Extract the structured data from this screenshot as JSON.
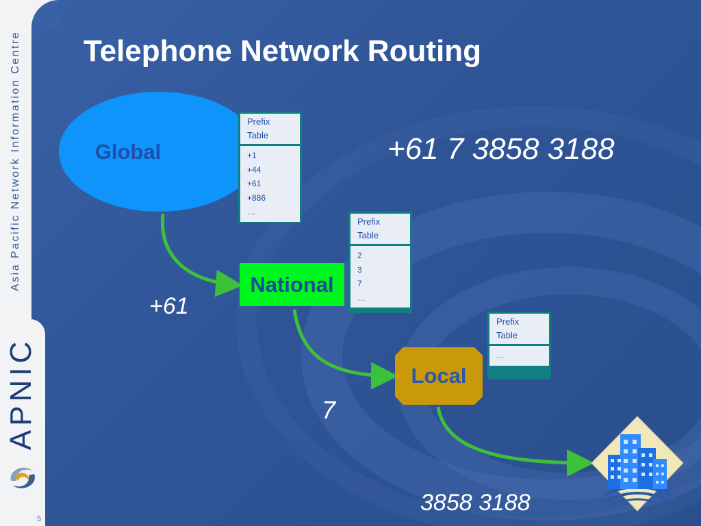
{
  "slide": {
    "title": "Telephone Network Routing",
    "page_number": "5"
  },
  "sidebar": {
    "organization": "Asia Pacific Network Information Centre",
    "brand": "APNIC",
    "logo_icon": "apnic-swirl-logo-icon"
  },
  "nodes": {
    "global": "Global",
    "national": "National",
    "local": "Local"
  },
  "prefix_tables": [
    {
      "header_line1": "Prefix",
      "header_line2": "Table",
      "entries": [
        "+1",
        "+44",
        "+61",
        "+886",
        "…"
      ]
    },
    {
      "header_line1": "Prefix",
      "header_line2": "Table",
      "entries": [
        "2",
        "3",
        "7",
        "…"
      ]
    },
    {
      "header_line1": "Prefix",
      "header_line2": "Table",
      "entries": [
        "…"
      ]
    }
  ],
  "numbers": {
    "full": "+61 7 3858 3188",
    "country": "+61",
    "area": "7",
    "local": "3858 3188"
  },
  "destination_icon": "office-building-icon",
  "colors": {
    "background": "#2f5597",
    "global": "#0f94fb",
    "national": "#00f61f",
    "local": "#c9980b",
    "arrow": "#3ec13a",
    "table_border": "#0f7f82"
  }
}
